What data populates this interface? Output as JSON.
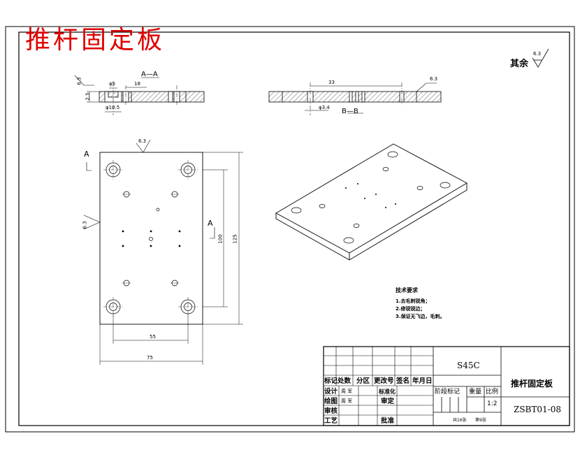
{
  "title_red": "推杆固定板",
  "roughness_note": {
    "text": "其余",
    "value": "6.3"
  },
  "roughness_marks": [
    "6.3",
    "6.3",
    "6.3",
    "6.3"
  ],
  "section_aa": {
    "label": "A—A",
    "dim_hole": "φ5",
    "dim_len": "18",
    "dim_c": "φ10.5",
    "dim_v1": "6.3",
    "dim_v2": "2.5"
  },
  "section_bb": {
    "label": "B—B",
    "dim_len": "33",
    "dim_hole": "φ3.4"
  },
  "plan_view": {
    "cut_a_top": "A",
    "cut_a_right": "A",
    "dim_100": "100",
    "dim_125": "125",
    "dim_55": "55",
    "dim_75": "75"
  },
  "tech_requirements": {
    "heading": "技术要求",
    "items": [
      "1.去毛刺锐角；",
      "2.修锐锐边；",
      "3.保证无飞边，毛刺。"
    ]
  },
  "title_block": {
    "material": "S45C",
    "part_name": "推杆固定板",
    "drawing_no": "ZSBT01-08",
    "scale": "1:2",
    "sheets": "共16张",
    "sheet_no": "第9张",
    "headers": {
      "mark": "标记",
      "count": "处数",
      "zone": "分区",
      "change_no": "更改号",
      "sign": "签名",
      "date": "年月日"
    },
    "rows": {
      "design": "设计",
      "design_by": "周 军",
      "standard": "标准化",
      "drawn": "绘图",
      "drawn_by": "周 军",
      "check": "审定",
      "review": "审核",
      "process": "工艺",
      "approve": "批准"
    },
    "stage": "阶段标记",
    "weight": "重量",
    "ratio": "比例"
  }
}
